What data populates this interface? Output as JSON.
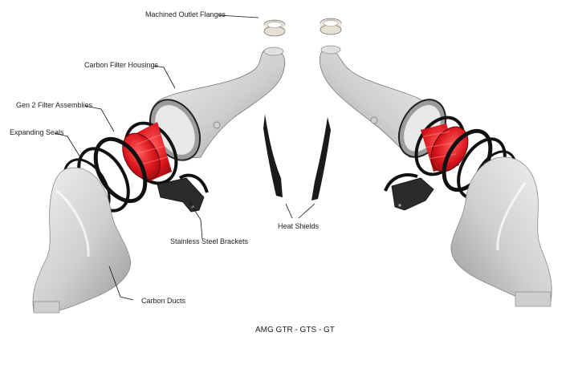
{
  "diagram": {
    "callouts": {
      "machined_outlet_flanges": "Machined Outlet Flanges",
      "carbon_filter_housings": "Carbon Filter Housings",
      "gen2_filter_assemblies": "Gen 2 Filter Assemblies",
      "expanding_seals": "Expanding Seals",
      "stainless_steel_brackets": "Stainless Steel Brackets",
      "heat_shields": "Heat Shields",
      "carbon_ducts": "Carbon Ducts"
    },
    "caption": "AMG GTR - GTS - GT",
    "colors": {
      "filter_red": "#d8141c",
      "part_silver": "#d6d6d6",
      "seal_black": "#111111"
    }
  }
}
